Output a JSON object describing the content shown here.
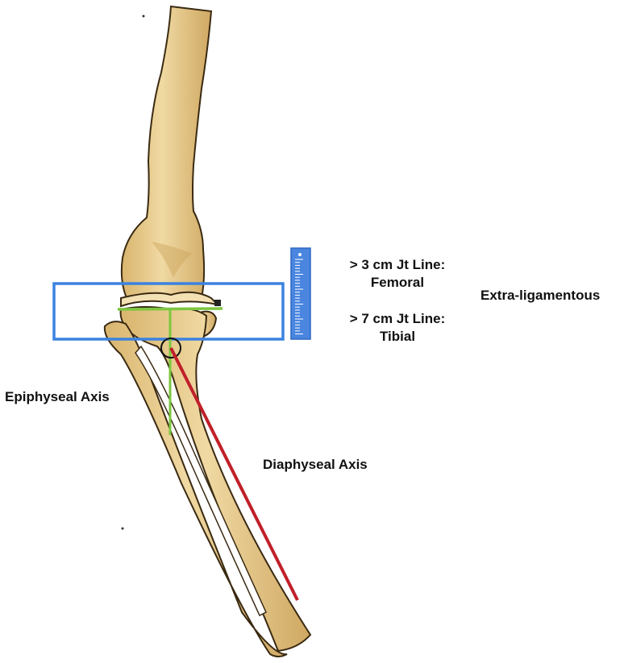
{
  "labels": {
    "femoral_line1": "> 3 cm Jt Line:",
    "femoral_line2": "Femoral",
    "tibial_line1": "> 7 cm Jt Line:",
    "tibial_line2": "Tibial",
    "extra_ligamentous": "Extra-ligamentous",
    "epiphyseal_axis": "Epiphyseal Axis",
    "diaphyseal_axis": "Diaphyseal Axis"
  },
  "colors": {
    "bone_fill": "#e9cf94",
    "bone_shade": "#c9a35c",
    "bone_outline": "#3a2a12",
    "box_stroke": "#3b82e0",
    "ruler_fill": "#4a86e0",
    "epiphyseal_axis": "#7cc63f",
    "diaphyseal_axis": "#c0202a"
  },
  "icons": {
    "ruler": "ruler-icon"
  }
}
